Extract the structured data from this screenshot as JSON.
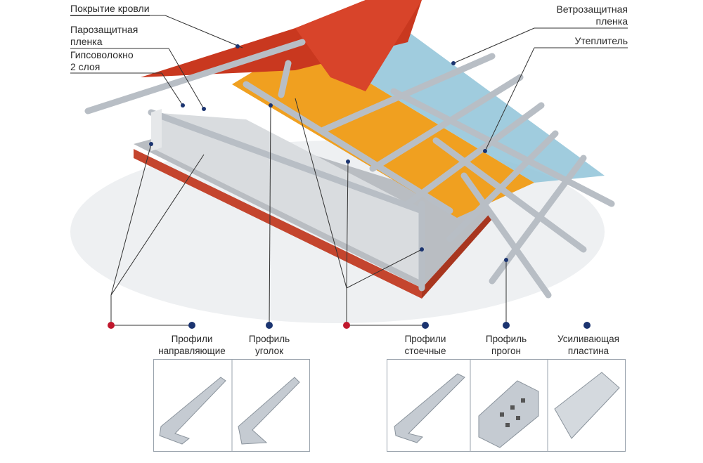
{
  "labels_left": {
    "roof_covering": "Покрытие кровли",
    "vapor_barrier_1": "Парозащитная",
    "vapor_barrier_2": "пленка",
    "gypsum_fiber_1": "Гипсоволокно",
    "gypsum_fiber_2": "2 слоя"
  },
  "labels_right": {
    "wind_barrier_1": "Ветрозащитная",
    "wind_barrier_2": "пленка",
    "insulation": "Утеплитель"
  },
  "profiles": [
    {
      "line1": "Профили",
      "line2": "направляющие"
    },
    {
      "line1": "Профиль",
      "line2": "уголок"
    },
    {
      "line1": "Профили",
      "line2": "стоечные"
    },
    {
      "line1": "Профиль",
      "line2": "прогон"
    },
    {
      "line1": "Усиливающая",
      "line2": "пластина"
    }
  ],
  "colors": {
    "red_dot": "#c0182d",
    "blue_dot": "#1b3470",
    "tile": "#c9381f",
    "insulation": "#f0a020",
    "membrane": "#8fc3d8",
    "steel": "#c9ced4",
    "brick": "#c4452e"
  }
}
